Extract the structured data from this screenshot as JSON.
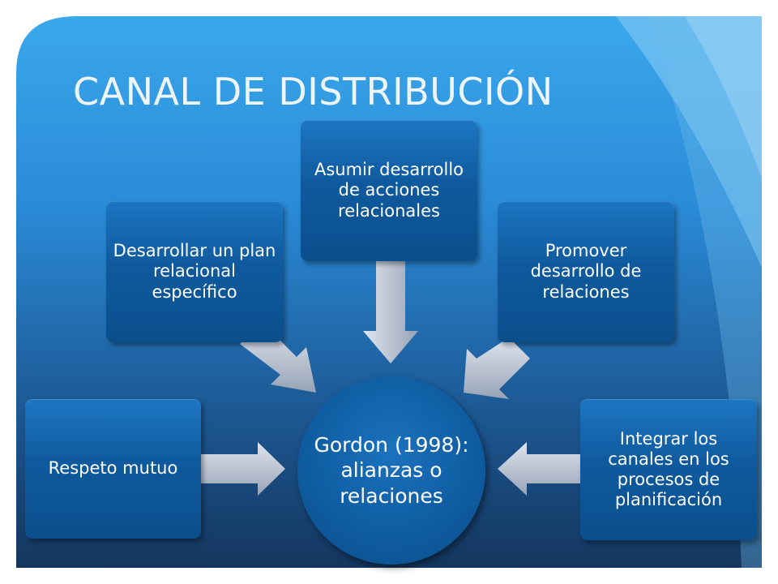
{
  "slide": {
    "title": "CANAL DE DISTRIBUCIÓN"
  },
  "diagram": {
    "center": {
      "label": "Gordon (1998): alianzas o relaciones"
    },
    "nodes": [
      {
        "id": "left",
        "label": "Respeto mutuo"
      },
      {
        "id": "upper-left",
        "label": "Desarrollar un plan relacional específico"
      },
      {
        "id": "top",
        "label": "Asumir desarrollo de acciones relacionales"
      },
      {
        "id": "upper-right",
        "label": "Promover desarrollo de relaciones"
      },
      {
        "id": "right",
        "label": "Integrar los canales en los procesos de planificación"
      }
    ]
  },
  "colors": {
    "background_dark": "#14365e",
    "background_light": "#3aa8ec",
    "node_fill": "#0f5a9e",
    "arrow_fill": "#b9c3d1",
    "title_text": "#eef6fc"
  }
}
